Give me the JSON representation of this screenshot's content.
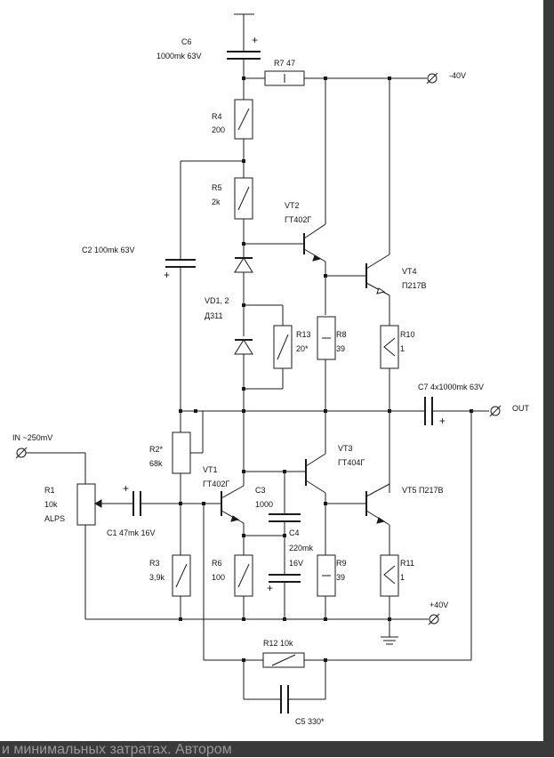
{
  "labels": {
    "c6": "C6",
    "c6_value": "1000mk 63V",
    "r7": "R7 47",
    "minus40": "-40V",
    "r4": "R4",
    "r4_value": "200",
    "r5": "R5",
    "r5_value": "2k",
    "vt2": "VT2",
    "vt2_type": "ГТ402Г",
    "c2": "C2 100mk 63V",
    "vt4": "VT4",
    "vt4_type": "П217В",
    "vd12": "VD1, 2",
    "vd12_type": "Д311",
    "r13": "R13",
    "r13_value": "20*",
    "r8": "R8",
    "r8_value": "39",
    "r10": "R10",
    "r10_value": "1",
    "c7": "C7 4x1000mk 63V",
    "out": "OUT",
    "in": "IN ~250mV",
    "r2": "R2*",
    "r2_value": "68k",
    "vt3": "VT3",
    "vt3_type": "ГТ404Г",
    "vt1": "VT1",
    "vt1_type": "ГТ402Г",
    "r1": "R1",
    "r1_value": "10k",
    "r1_type": "ALPS",
    "c3": "C3",
    "c3_value": "1000",
    "vt5": "VT5 П217В",
    "c1": "C1 47mk 16V",
    "c4": "C4",
    "c4_value": "220mk",
    "c4_voltage": "16V",
    "r3": "R3",
    "r3_value": "3,9k",
    "r6": "R6",
    "r6_value": "100",
    "r9": "R9",
    "r9_value": "39",
    "r11": "R11",
    "r11_value": "1",
    "plus40": "+40V",
    "r12": "R12 10k",
    "c5": "C5 330*"
  },
  "plus_mark": "+",
  "footer_text": "и минимальных затратах. Автором"
}
